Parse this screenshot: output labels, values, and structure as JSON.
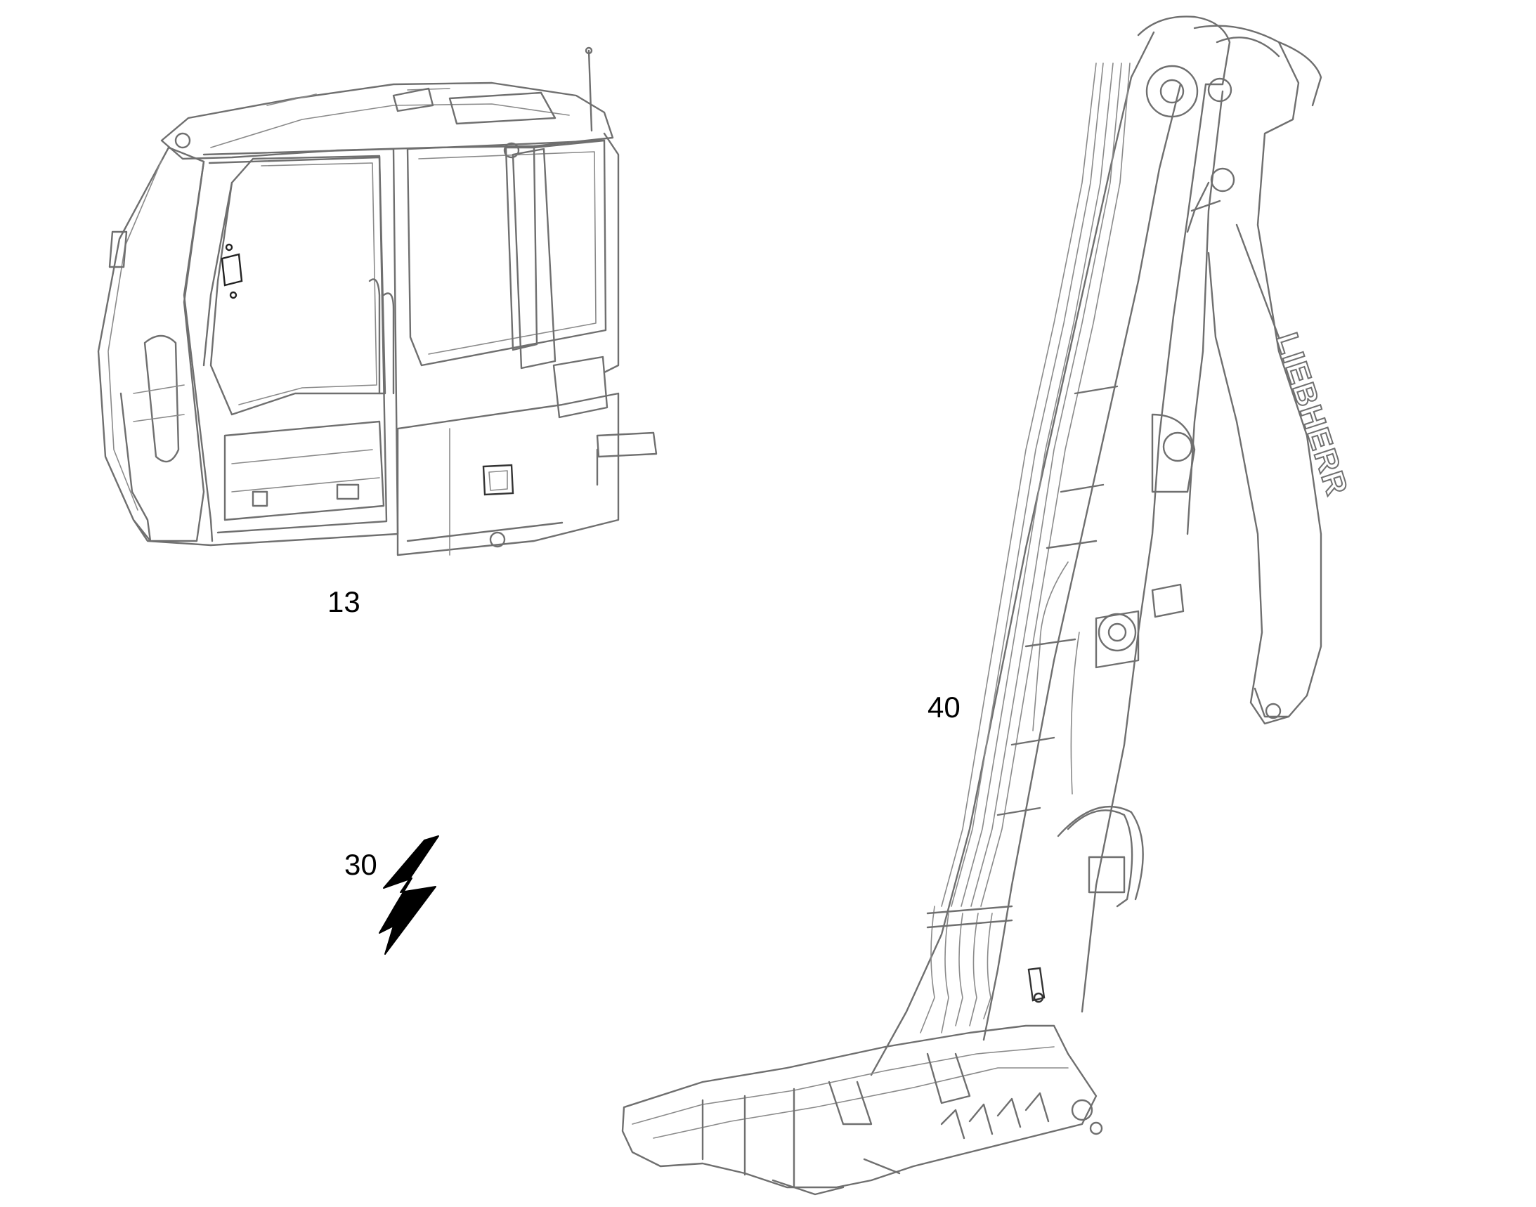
{
  "callouts": {
    "cab": "13",
    "electrical": "30",
    "attachment": "40"
  },
  "brand_text": "LIEBHERR",
  "icons": {
    "electrical": "lightning-bolt-icon"
  },
  "colors": {
    "line": "#6f6f6f",
    "ink": "#000000",
    "background": "#ffffff"
  }
}
